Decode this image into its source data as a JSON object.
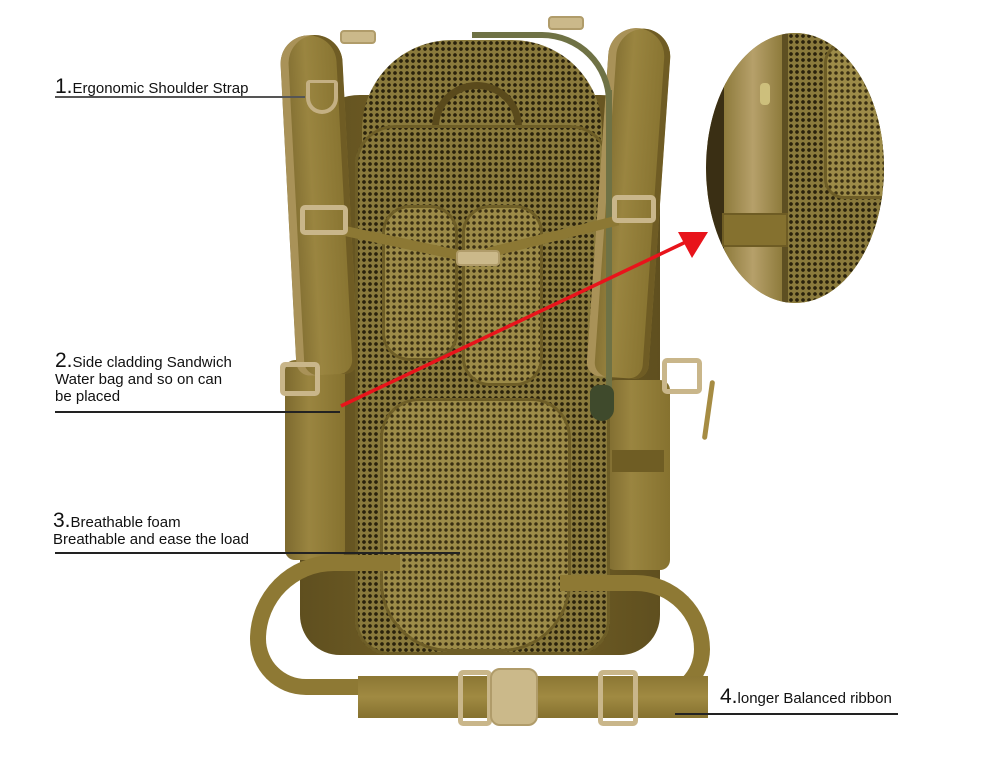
{
  "product": {
    "name": "Tactical backpack (back panel view)",
    "colors": {
      "fabric": "#8a7533",
      "mesh": "#8a7a3c",
      "buckle": "#cbb98a",
      "arrow": "#e8141b",
      "text": "#111111",
      "background": "#ffffff"
    }
  },
  "callouts": [
    {
      "number": "1.",
      "lines": [
        "Ergonomic Shoulder Strap"
      ]
    },
    {
      "number": "2.",
      "lines": [
        "Side cladding Sandwich",
        "Water bag and so on can",
        "be placed"
      ]
    },
    {
      "number": "3.",
      "lines": [
        "Breathable foam",
        "Breathable and ease the load"
      ]
    },
    {
      "number": "4.",
      "lines": [
        "longer Balanced ribbon"
      ]
    }
  ],
  "detail_inset": {
    "shape": "ellipse",
    "subject": "side pocket zipper close-up"
  },
  "icons": {
    "arrow": "red-arrow-icon",
    "buckle": "buckle-icon",
    "d_ring": "d-ring-icon"
  }
}
